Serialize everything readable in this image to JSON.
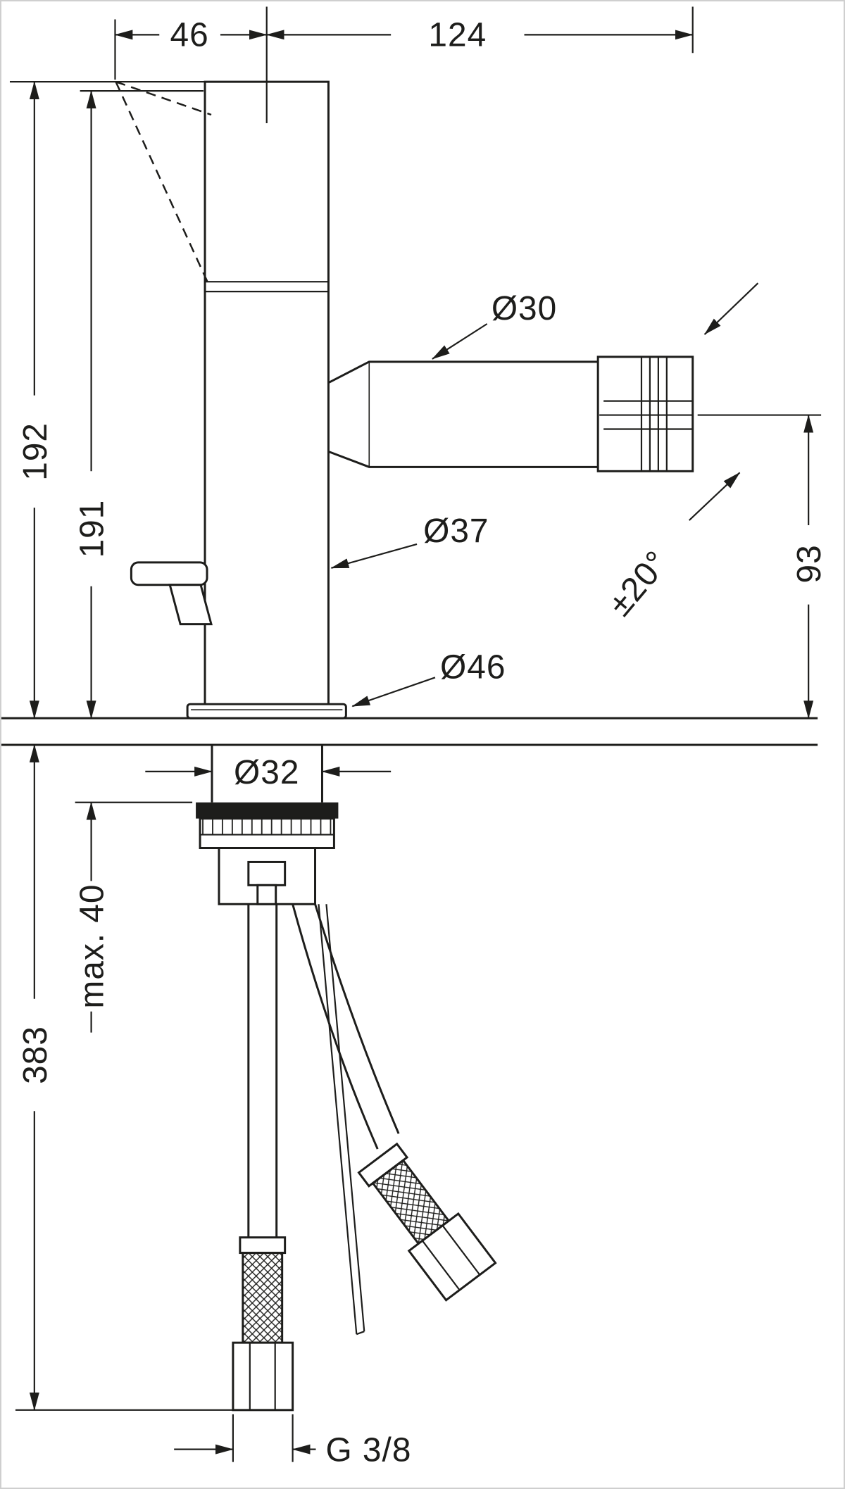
{
  "page": {
    "background": "#ffffff",
    "line_color": "#1d1d1b",
    "border_color": "#cfcfcf"
  },
  "dimensions": {
    "handle_width": "46",
    "spout_reach": "124",
    "total_height": "192",
    "body_height": "191",
    "spout_diameter": "Ø30",
    "body_diameter": "Ø37",
    "base_diameter": "Ø46",
    "swivel_angle": "±20°",
    "spout_height": "93",
    "shank_diameter": "Ø32",
    "max_mounting_thickness": "max. 40",
    "below_deck_length": "383",
    "connection_thread": "G 3/8"
  }
}
